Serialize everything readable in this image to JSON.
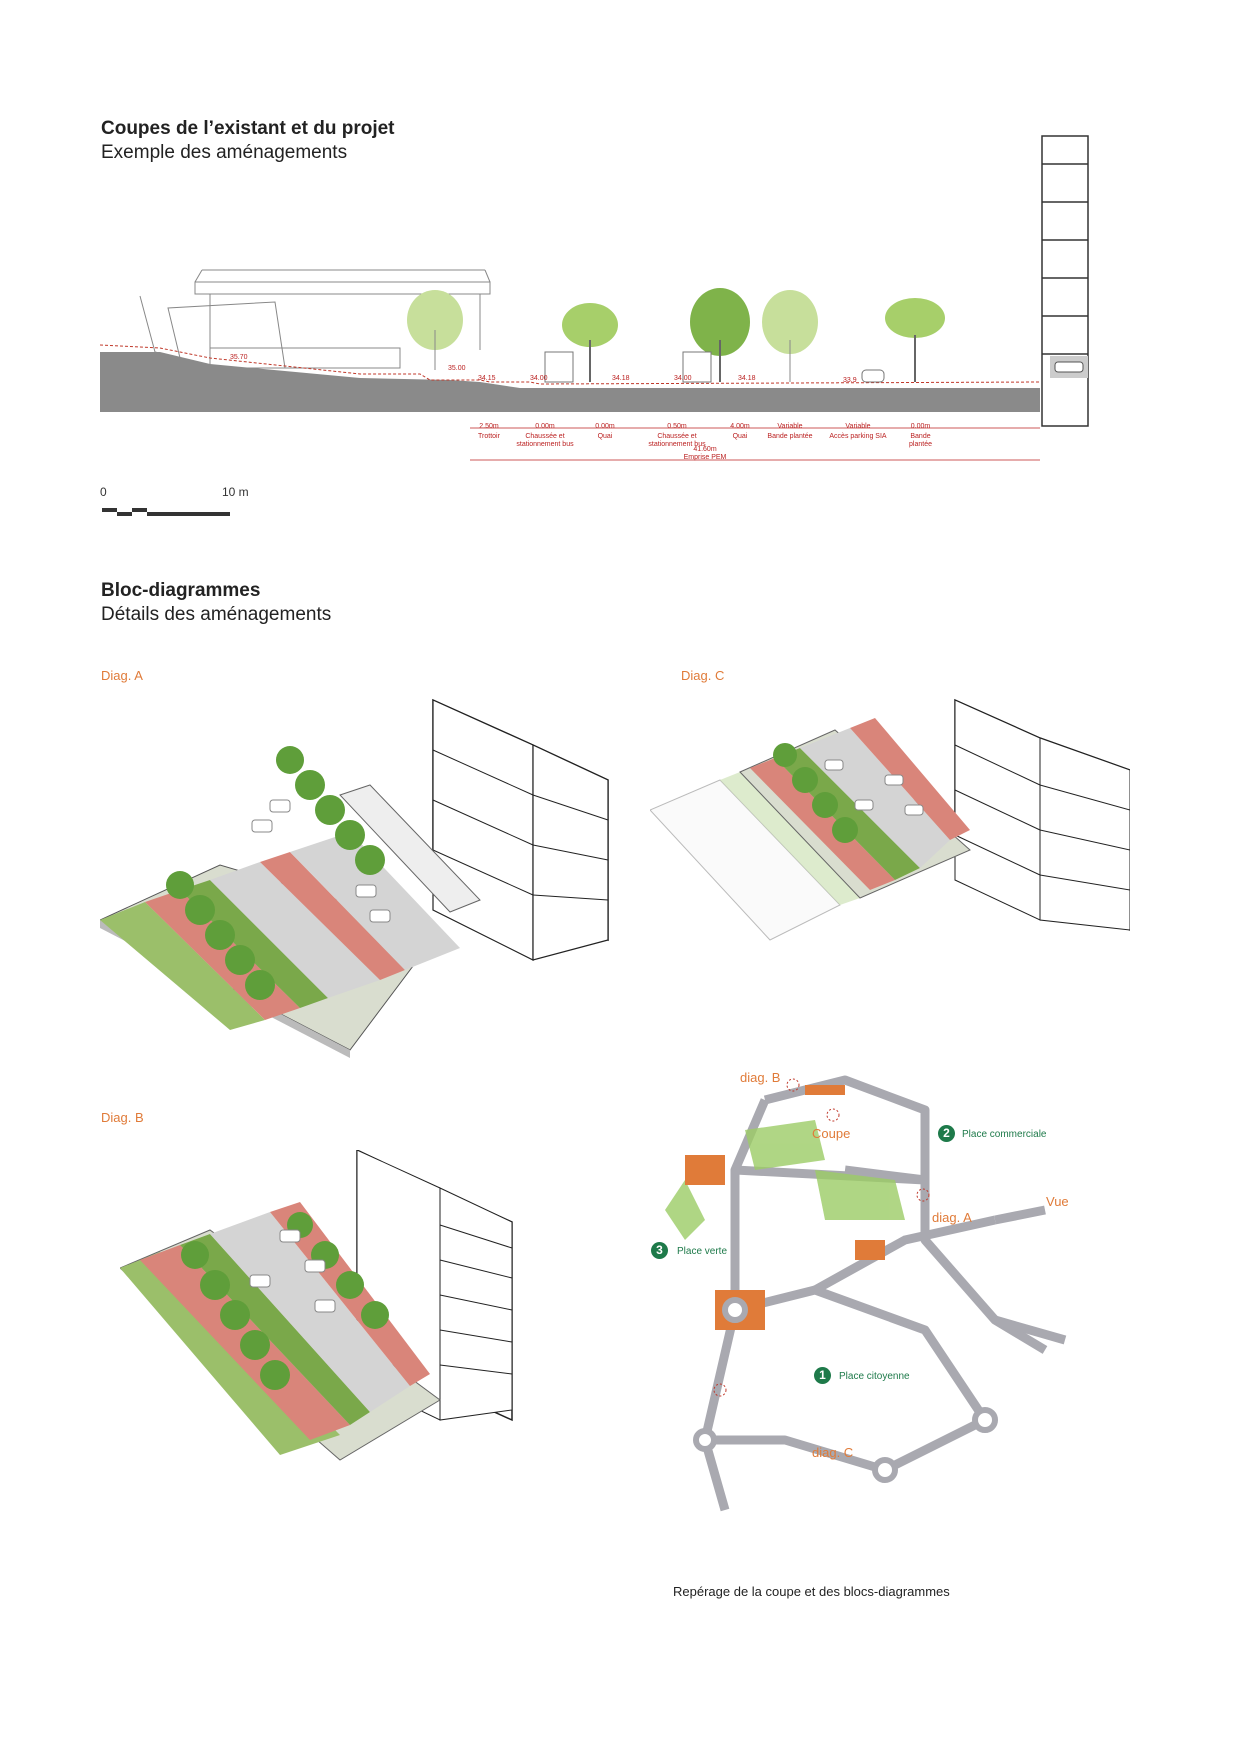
{
  "section1": {
    "title": "Coupes de l’existant et du projet",
    "subtitle": "Exemple des aménagements"
  },
  "section2": {
    "title": "Bloc-diagrammes",
    "subtitle": "Détails des aménagements"
  },
  "coupe": {
    "elevations": [
      "35.70",
      "35.00",
      "34.15",
      "34.00",
      "34.18",
      "34.00",
      "34.18",
      "33.9"
    ],
    "segments": [
      {
        "width": "2.50m",
        "label": "Trottoir"
      },
      {
        "width": "0.00m",
        "label": "Chaussée et stationnement bus"
      },
      {
        "width": "0.00m",
        "label": "Quai"
      },
      {
        "width": "0.50m",
        "label": "Chaussée et stationnement bus"
      },
      {
        "width": "4.00m",
        "label": "Quai"
      },
      {
        "width": "Variable",
        "label": "Bande plantée"
      },
      {
        "width": "Variable",
        "label": "Accès parking SIA"
      },
      {
        "width": "0.00m",
        "label": "Bande plantée"
      }
    ],
    "total_width": "41.60m",
    "total_label": "Emprise PEM"
  },
  "scale": {
    "start": "0",
    "end": "10 m"
  },
  "diagrams": {
    "a": "Diag. A",
    "b": "Diag. B",
    "c": "Diag. C"
  },
  "map": {
    "diag_b": "diag. B",
    "coupe": "Coupe",
    "diag_a": "diag. A",
    "vue": "Vue",
    "diag_c": "diag. C",
    "place2": {
      "num": "2",
      "label": "Place commerciale"
    },
    "place3": {
      "num": "3",
      "label": "Place verte"
    },
    "place1": {
      "num": "1",
      "label": "Place citoyenne"
    },
    "caption": "Repérage de la coupe et des blocs-diagrammes"
  },
  "colors": {
    "accent_orange": "#e07b39",
    "green": "#1e7a4a",
    "bike_lane": "#d9857a",
    "tree": "#5f9e3a",
    "ground": "#8a8a8a"
  }
}
